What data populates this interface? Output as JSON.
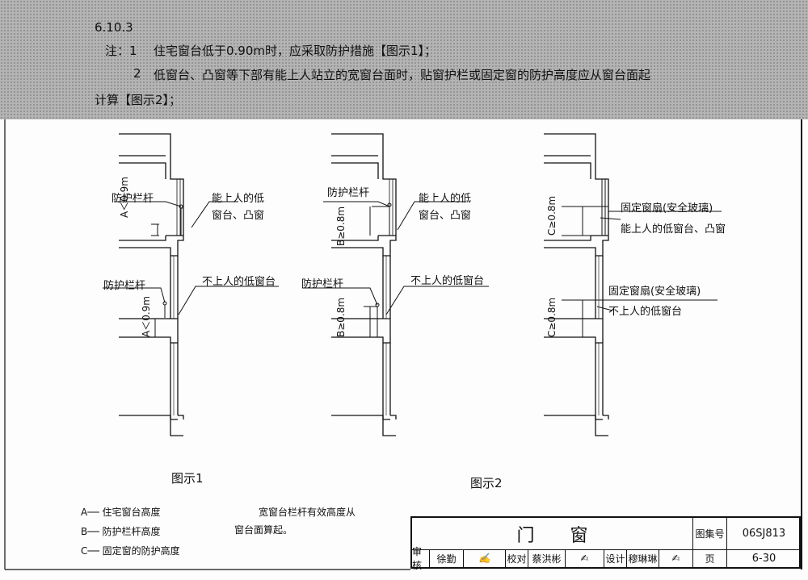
{
  "header": {
    "section": "6.10.3",
    "note1_prefix": "注：1",
    "note1": "住宅窗台低于0.90m时，应采取防护措施【图示1】；",
    "note2_num": "2",
    "note2": "低窗台、凸窗等下部有能上人站立的宽窗台面时，贴窗护栏或固定窗的防护高度应从窗台面起",
    "note2_cont": "计算【图示2】；"
  },
  "figures": {
    "fig1": {
      "caption": "图示1",
      "rail_top": "防护栏杆",
      "ledge_top_1": "能上人的低",
      "ledge_top_2": "窗台、凸窗",
      "rail_bottom": "防护栏杆",
      "sill_bottom": "不上人的低窗台",
      "dim_top": "A＜0.9m",
      "dim_bottom": "A＜0.9m"
    },
    "fig2": {
      "caption": "图示2",
      "rail_top": "防护栏杆",
      "ledge_top_1": "能上人的低",
      "ledge_top_2": "窗台、凸窗",
      "rail_bottom": "防护栏杆",
      "sill_bottom": "不上人的低窗台",
      "dim_top": "B≥0.8m",
      "dim_bottom": "B≥0.8m"
    },
    "fig3": {
      "fixed_top": "固定窗扇(安全玻璃)",
      "ledge_top": "能上人的低窗台、凸窗",
      "fixed_bottom": "固定窗扇(安全玻璃)",
      "sill_bottom": "不上人的低窗台",
      "dim_top": "C≥0.8m",
      "dim_bottom": "C≥0.8m"
    }
  },
  "legend": [
    {
      "key": "A",
      "text": "住宅窗台高度"
    },
    {
      "key": "B",
      "text": "防护栏杆高度"
    },
    {
      "key": "C",
      "text": "固定窗的防护高度"
    }
  ],
  "remark": {
    "line1": "宽窗台栏杆有效高度从",
    "line2": "窗台面算起。"
  },
  "title_block": {
    "title": "门　　窗",
    "atlas_label": "图集号",
    "atlas_no": "06SJ813",
    "review_label": "审核",
    "reviewer": "徐勤",
    "check_label": "校对",
    "checker": "蔡洪彬",
    "design_label": "设计",
    "designer": "穆琳琳",
    "page_label": "页",
    "page_no": "6-30"
  }
}
